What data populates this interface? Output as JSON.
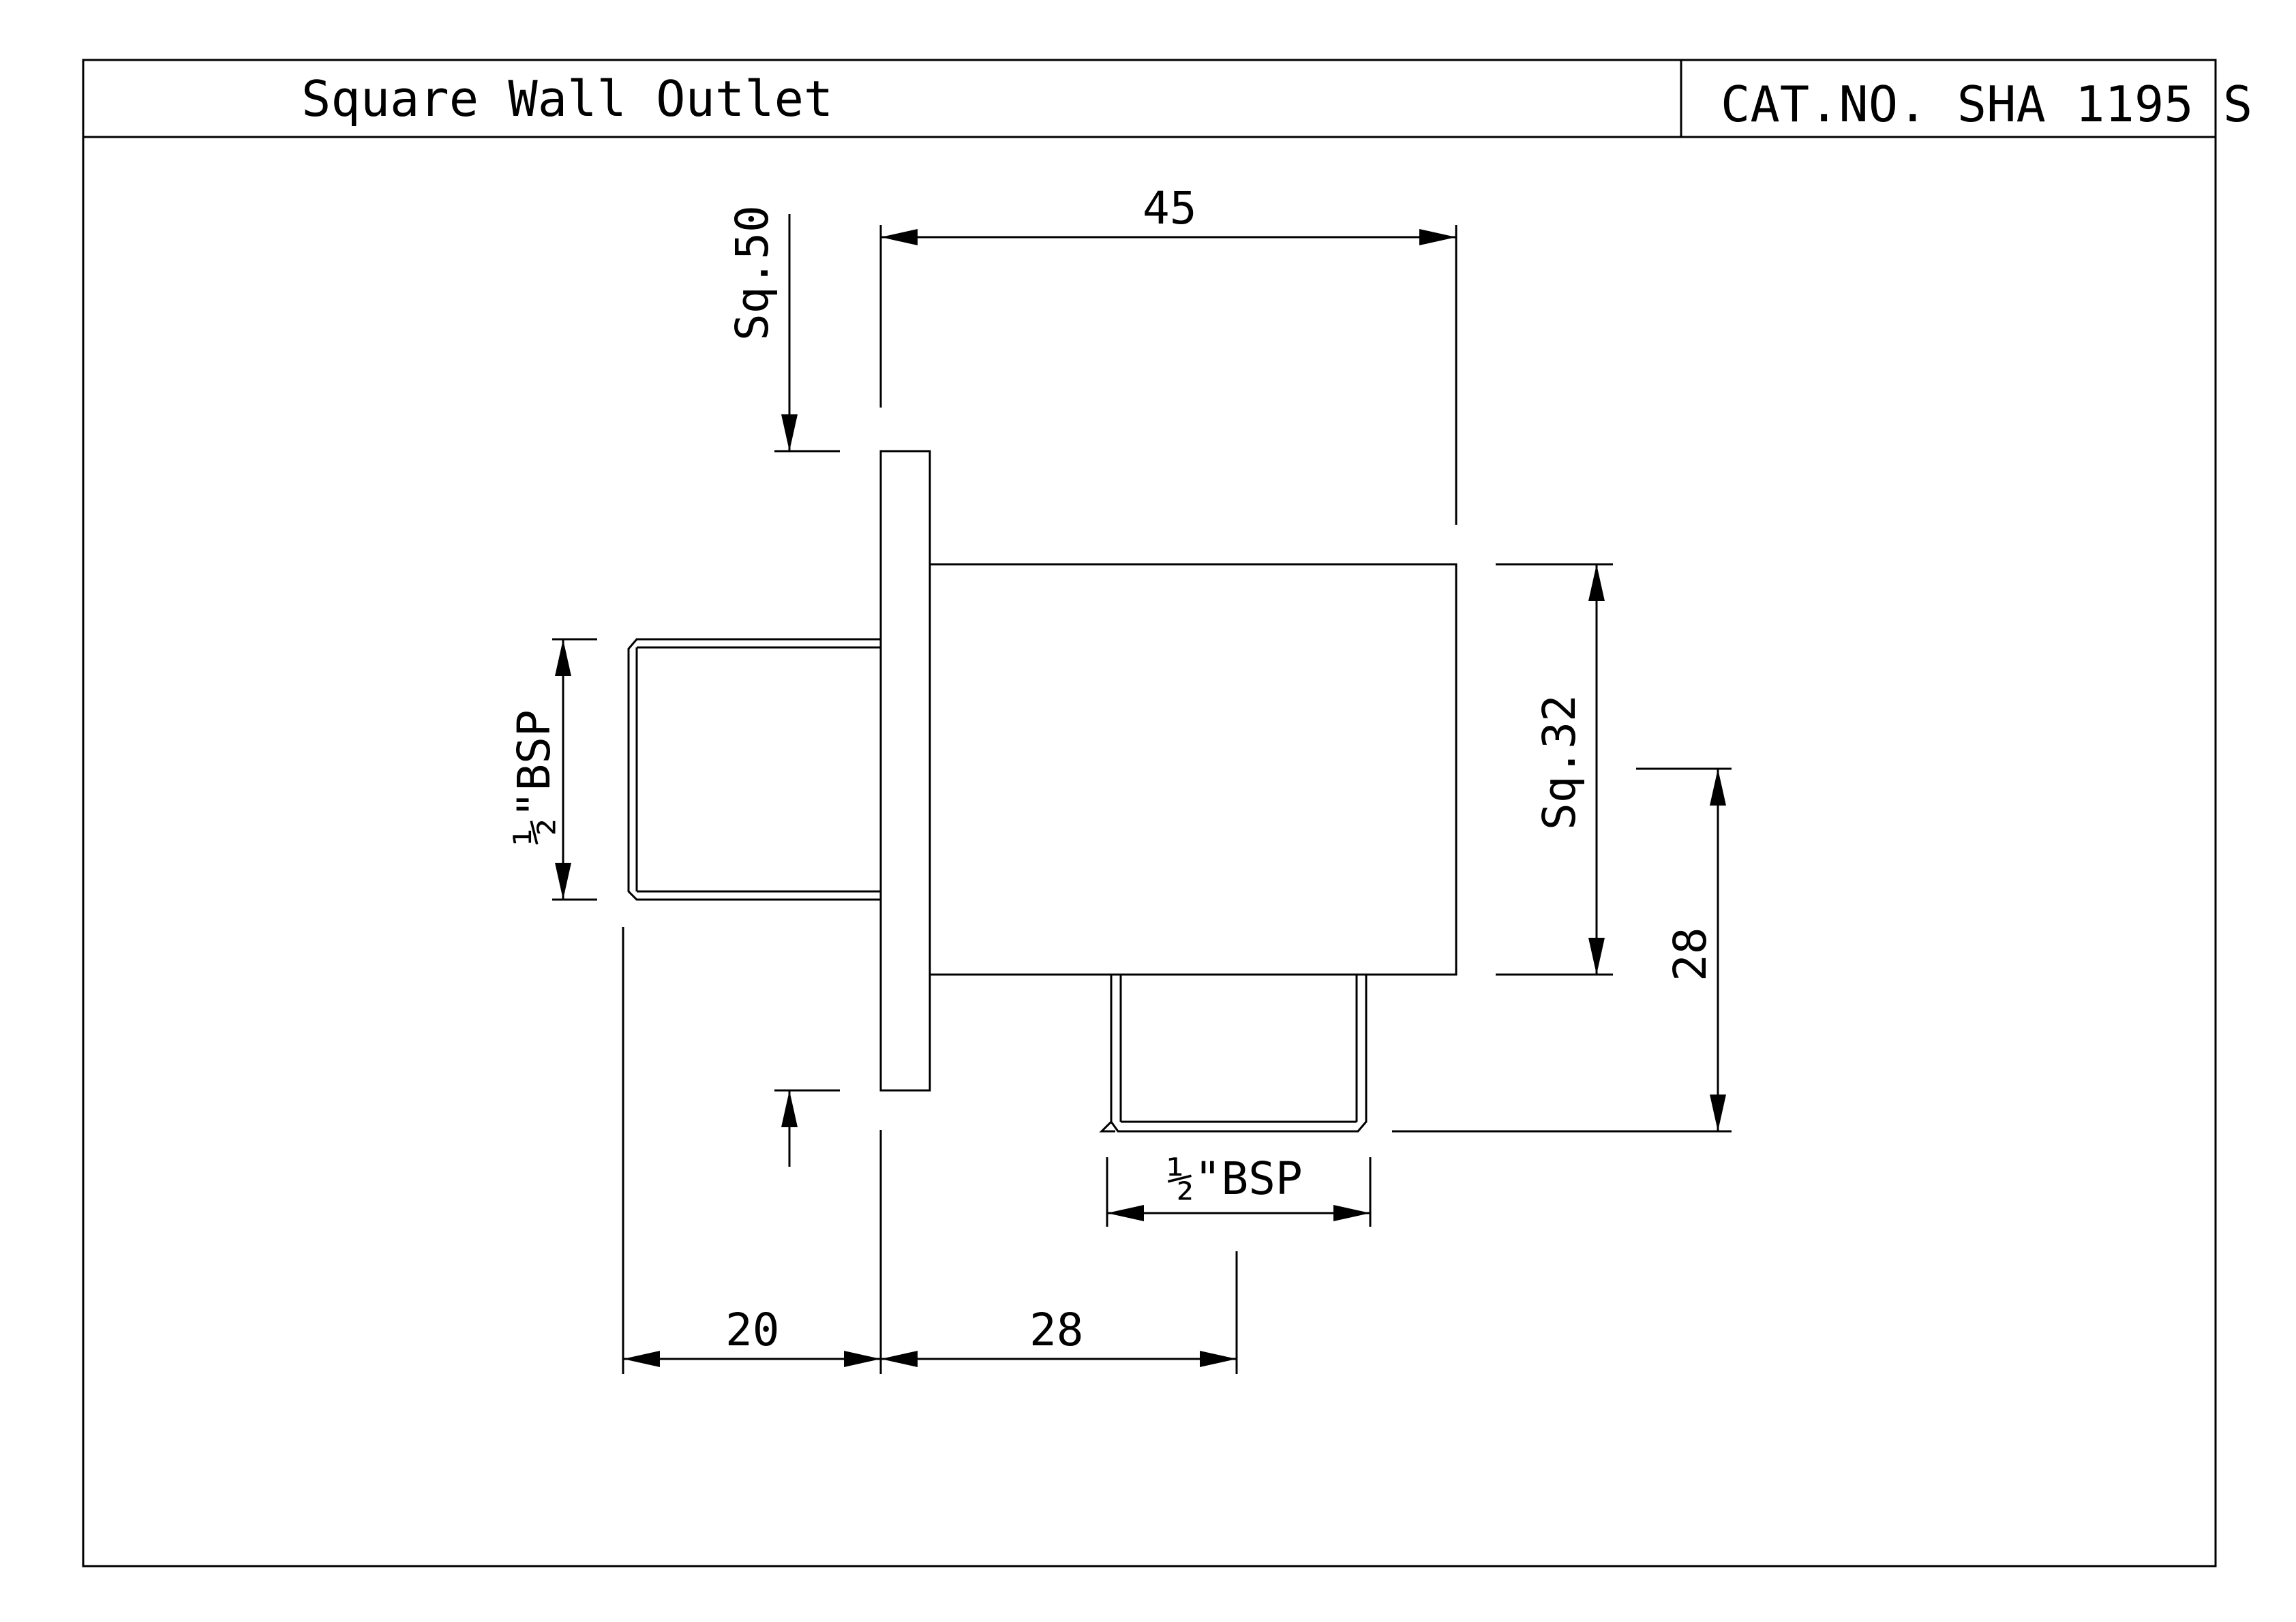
{
  "title_block": {
    "title": "Square Wall Outlet",
    "cat_no": "CAT.NO. SHA 1195 S"
  },
  "dimensions": {
    "length_top": "45",
    "flange_square": "Sq.50",
    "body_square": "Sq.32",
    "inlet_thread": "½\"BSP",
    "outlet_thread": "½\"BSP",
    "outlet_offset": "28",
    "inlet_length": "20",
    "outlet_position": "28"
  }
}
